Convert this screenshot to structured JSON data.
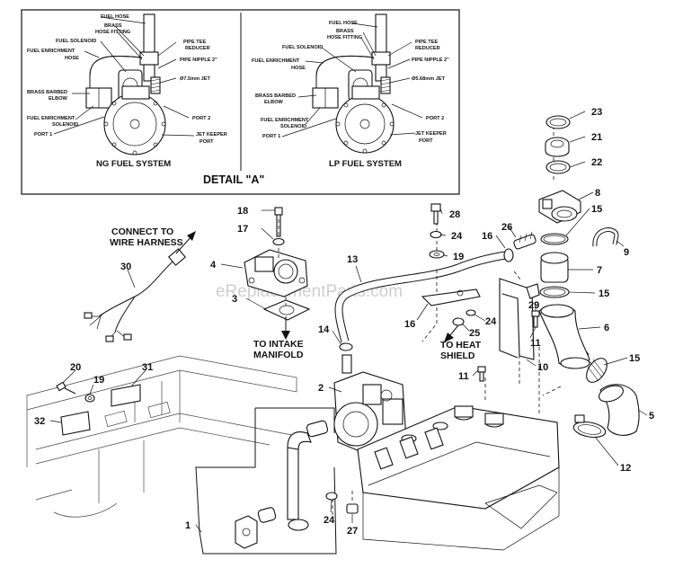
{
  "detail": {
    "title": "DETAIL \"A\"",
    "ng": {
      "caption": "NG FUEL SYSTEM",
      "labels": {
        "fuel_hose": "FUEL HOSE",
        "brass": "BRASS",
        "hose_fitting": "HOSE FITTING",
        "fuel_solenoid": "FUEL SOLENOID",
        "fuel_enrichment": "FUEL ENRICHMENT",
        "hose": "HOSE",
        "pipe_tee": "PIPE TEE",
        "reducer": "REDUCER",
        "pipe_nipple": "PIPE NIPPLE 2\"",
        "jet": "Ø7.5mm JET",
        "brass_barbed": "BRASS BARBED",
        "elbow": "ELBOW",
        "fuel_enrichment2": "FUEL ENRICHMENT",
        "solenoid": "SOLENOID",
        "port1": "PORT 1",
        "port2": "PORT 2",
        "jet_keeper": "JET KEEPER",
        "port": "PORT"
      }
    },
    "lp": {
      "caption": "LP FUEL SYSTEM",
      "labels": {
        "fuel_hose": "FUEL HOSE",
        "brass": "BRASS",
        "hose_fitting": "HOSE FITTING",
        "fuel_solenoid": "FUEL SOLENOID",
        "fuel_enrichment": "FUEL ENRICHMENT",
        "hose": "HOSE",
        "pipe_tee": "PIPE TEE",
        "reducer": "REDUCER",
        "pipe_nipple": "PIPE NIPPLE 2\"",
        "jet": "Ø5.68mm JET",
        "brass_barbed": "BRASS BARBED",
        "elbow": "ELBOW",
        "fuel_enrichment2": "FUEL ENRICHMENT",
        "solenoid": "SOLENOID",
        "port1": "PORT 1",
        "port2": "PORT 2",
        "jet_keeper": "JET KEEPER",
        "port": "PORT"
      }
    }
  },
  "notes": {
    "connect_line1": "CONNECT TO",
    "connect_line2": "WIRE HARNESS",
    "intake_line1": "TO INTAKE",
    "intake_line2": "MANIFOLD",
    "heat_line1": "TO HEAT",
    "heat_line2": "SHIELD"
  },
  "watermark": "eReplacementParts.com",
  "callouts": {
    "c1": "1",
    "c2": "2",
    "c3": "3",
    "c4": "4",
    "c5": "5",
    "c6": "6",
    "c7": "7",
    "c8": "8",
    "c9": "9",
    "c10": "10",
    "c11a": "11",
    "c11b": "11",
    "c12": "12",
    "c13": "13",
    "c14": "14",
    "c15a": "15",
    "c15b": "15",
    "c15c": "15",
    "c16a": "16",
    "c16b": "16",
    "c17": "17",
    "c18": "18",
    "c19a": "19",
    "c19b": "19",
    "c20": "20",
    "c21": "21",
    "c22": "22",
    "c23": "23",
    "c24a": "24",
    "c24b": "24",
    "c24c": "24",
    "c25": "25",
    "c26": "26",
    "c27": "27",
    "c28": "28",
    "c29": "29",
    "c30": "30",
    "c31": "31",
    "c32": "32"
  }
}
